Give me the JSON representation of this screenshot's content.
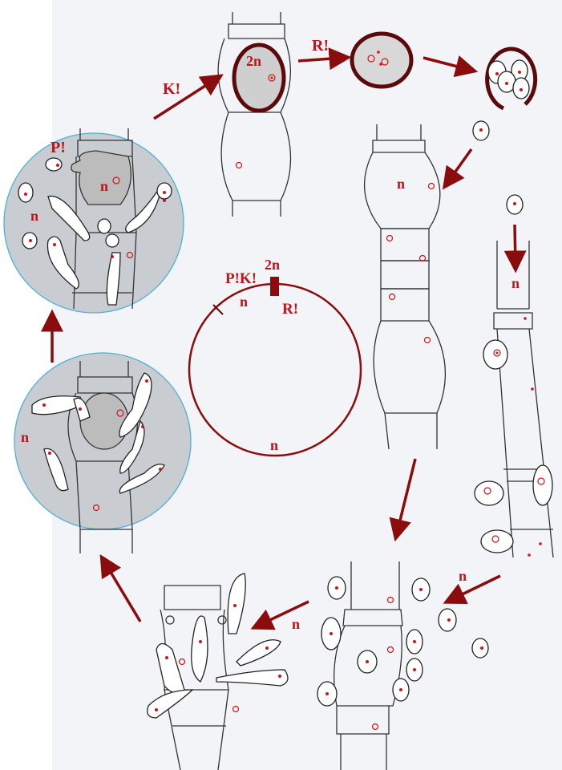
{
  "labels": {
    "fertilization": "K!",
    "zygote_ploidy": "2n",
    "meiosis": "R!",
    "pollination": "P!",
    "oogonium_nucleus": "n",
    "haploid_left_top": "n",
    "haploid_left_bottom": "n",
    "filament_right": "n",
    "zoospore_filament": "n",
    "zoospores_bottom_right": "n",
    "zoospores_bottom_middle": "n"
  },
  "cycle": {
    "pk_label": "P!K!",
    "diploid_label": "2n",
    "haploid_top": "n",
    "meiosis_label": "R!",
    "haploid_bottom": "n"
  },
  "colors": {
    "label": "#c0141a",
    "arrow": "#8b0c0c",
    "zoom_circle_fill": "#c9cdd2",
    "zoom_circle_border": "#4fb0d6"
  }
}
